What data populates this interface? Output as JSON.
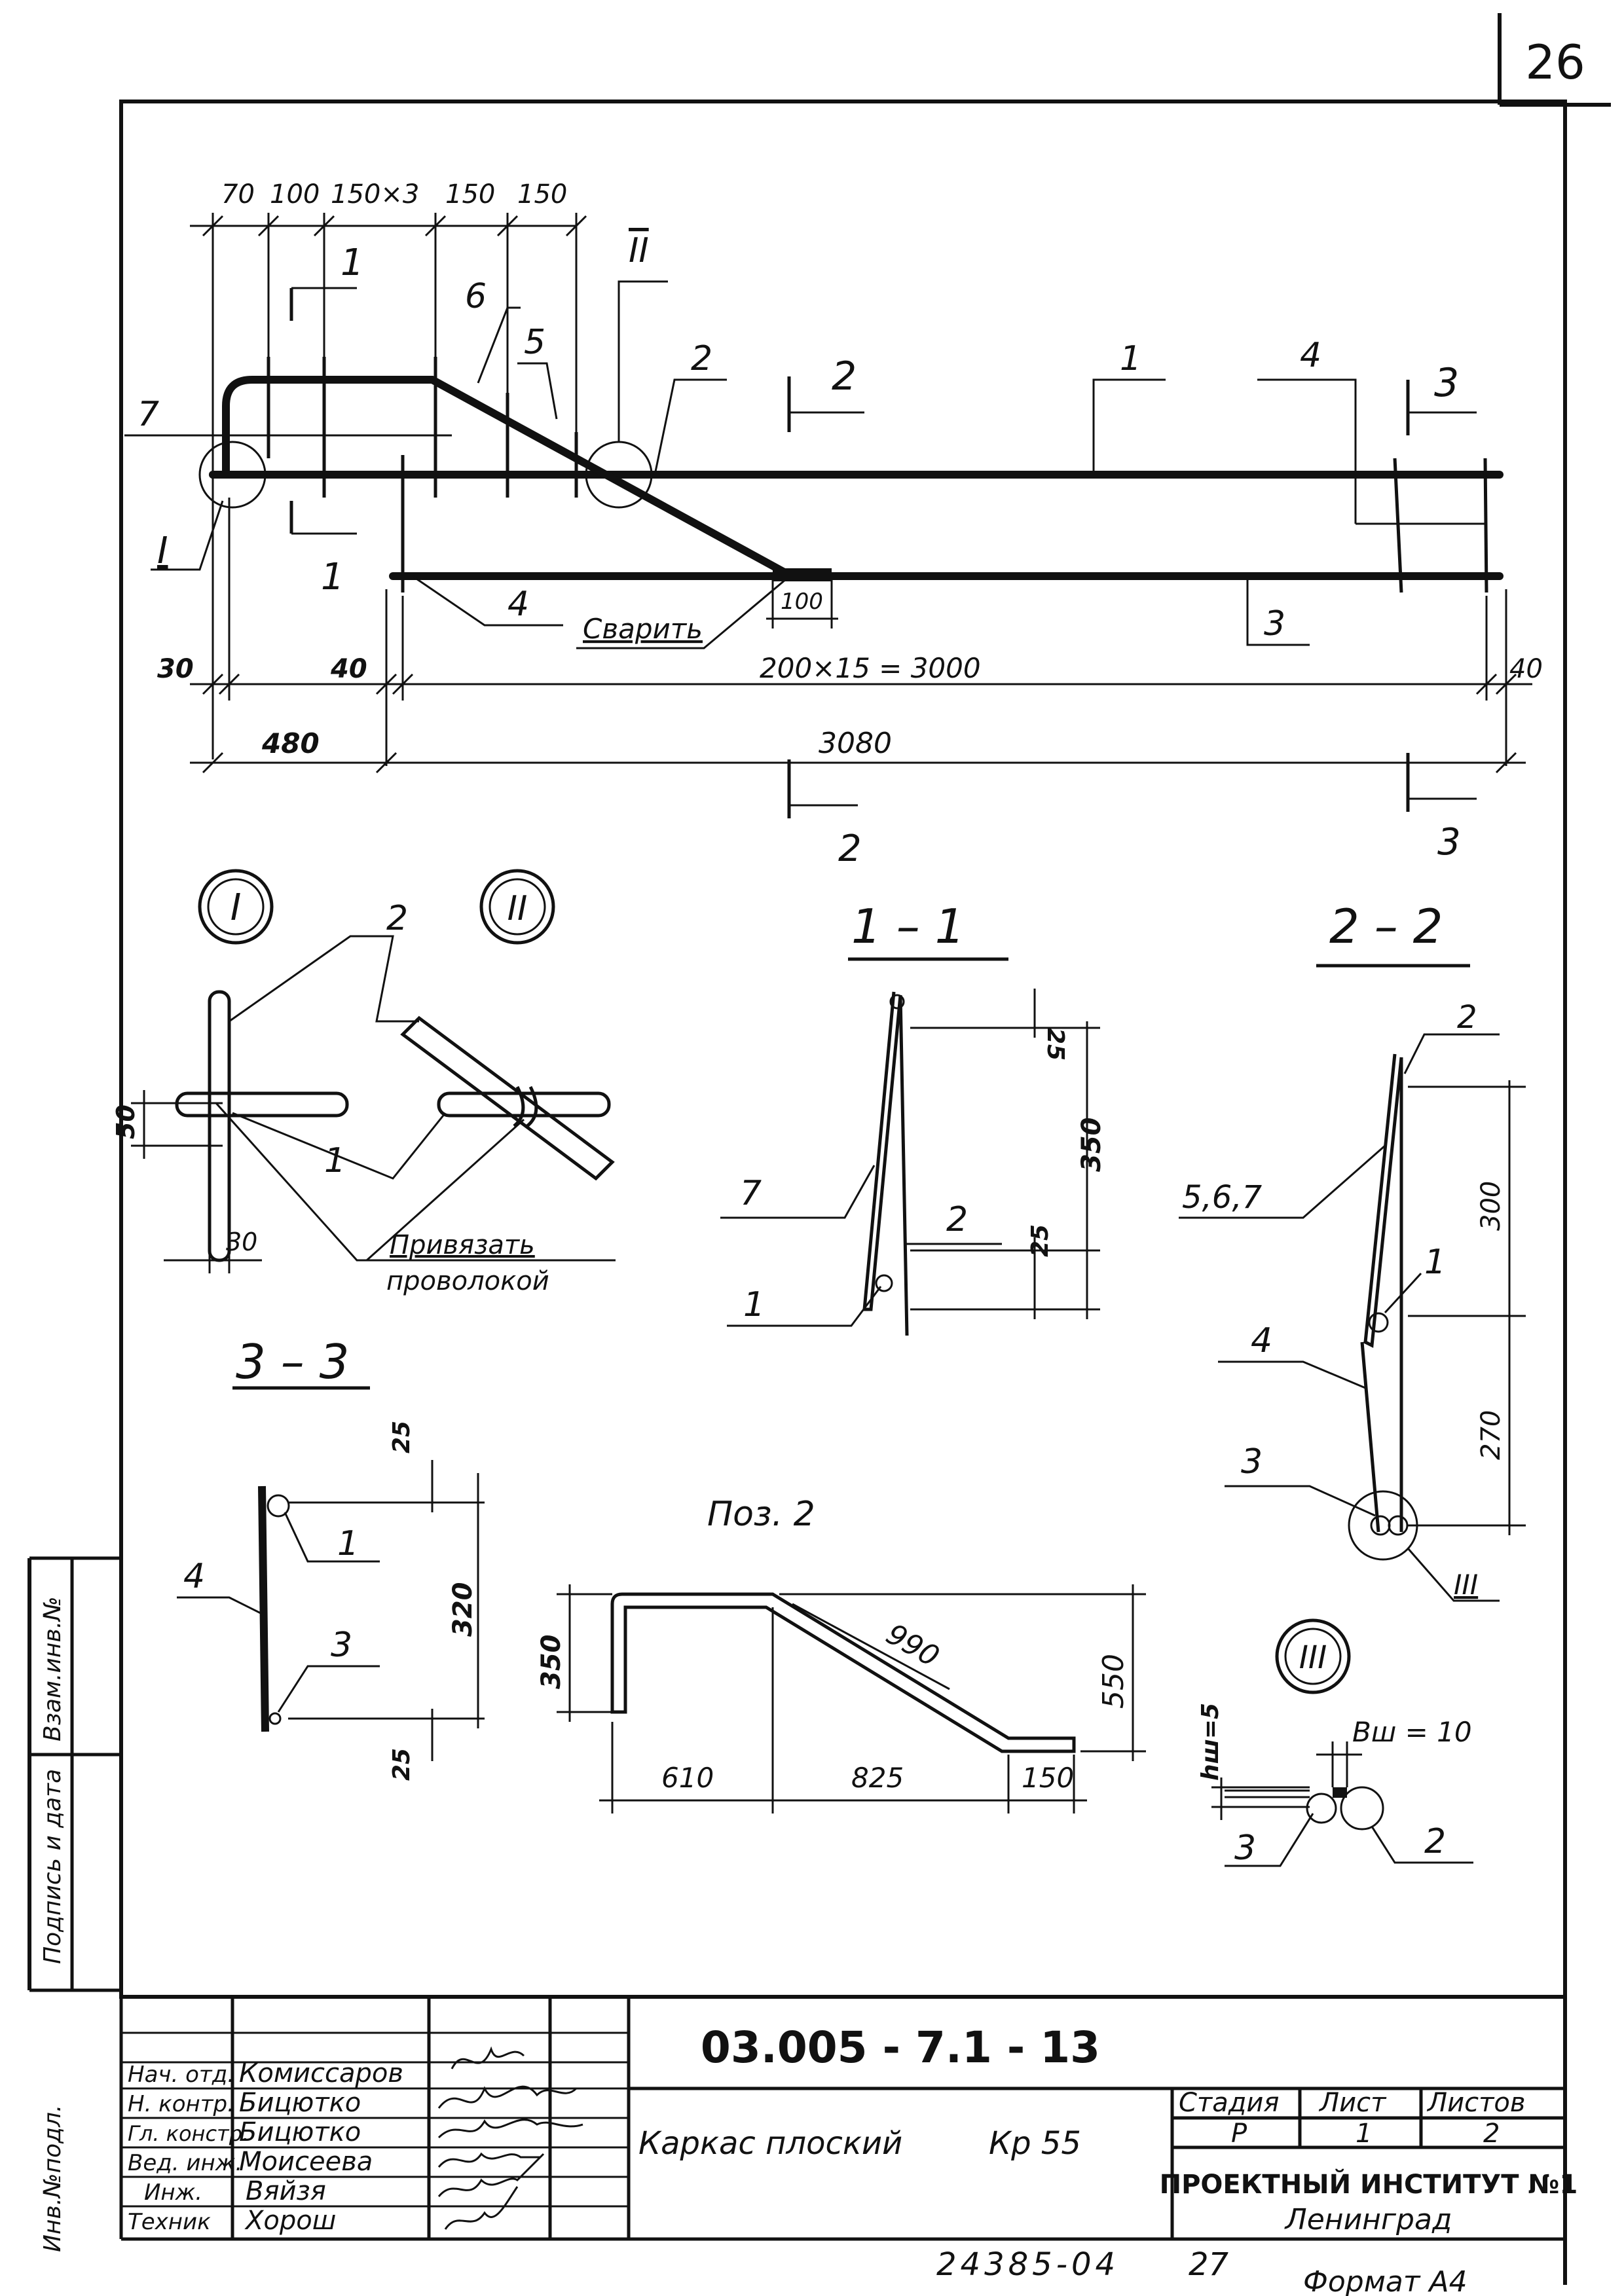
{
  "sheet": {
    "page_number": "26",
    "format_label": "Формат А4",
    "archive_number": "24385-04",
    "archive_sheet": "27"
  },
  "side_strip": {
    "inv_podl": "Инв.№подл.",
    "podpis_data": "Подпись и дата",
    "vzam_inv": "Взам.инв.№"
  },
  "elevation": {
    "top_dims": [
      "70",
      "100",
      "150×3",
      "150",
      "150"
    ],
    "bottom_dims": {
      "d30": "30",
      "d40a": "40",
      "mid": "200×15 = 3000",
      "d40b": "40",
      "d480": "480",
      "d3080": "3080",
      "d100": "100"
    },
    "positions": {
      "p1a": "1",
      "p1b": "1",
      "p2": "2",
      "p3": "3",
      "p4a": "4",
      "p4b": "4",
      "p5": "5",
      "p6": "6",
      "p7": "7"
    },
    "sections": {
      "s1": "1",
      "s1b": "1",
      "s2": "2",
      "s2b": "2",
      "s3": "3",
      "s3b": "3"
    },
    "nodes": {
      "n1": "I",
      "n2": "II"
    },
    "weld_note": "Сварить"
  },
  "details": {
    "node_I": "I",
    "node_II": "II",
    "labels": {
      "p2": "2",
      "p1": "1"
    },
    "dims": {
      "d50": "50",
      "d30": "30"
    },
    "note_line1": "Привязать",
    "note_line2": "проволокой"
  },
  "section_1_1": {
    "title": "1 – 1",
    "labels": {
      "p7": "7",
      "p2": "2",
      "p1": "1"
    },
    "dims": {
      "a": "25",
      "b": "350",
      "c": "25"
    }
  },
  "section_2_2": {
    "title": "2 – 2",
    "labels": {
      "p2": "2",
      "p567": "5,6,7",
      "p1": "1",
      "p4": "4",
      "p3": "3",
      "node": "III"
    },
    "dims": {
      "a": "300",
      "b": "270"
    }
  },
  "section_3_3": {
    "title": "3 – 3",
    "labels": {
      "p4": "4",
      "p1": "1",
      "p3": "3"
    },
    "dims": {
      "a": "25",
      "b": "320",
      "c": "25"
    }
  },
  "poz2": {
    "title": "Поз. 2",
    "dims": {
      "h350": "350",
      "diag990": "990",
      "h550": "550",
      "w610": "610",
      "w825": "825",
      "w150": "150"
    }
  },
  "node_III": {
    "label": "III",
    "bw": "Вш = 10",
    "hw": "hш=5",
    "p3": "3",
    "p2": "2"
  },
  "title_block": {
    "code": "03.005 - 7.1 - 13",
    "name": "Каркас плоский",
    "mark": "Кр 55",
    "stage_header": "Стадия",
    "sheet_header": "Лист",
    "sheets_header": "Листов",
    "stage": "Р",
    "sheet": "1",
    "sheets": "2",
    "org_line1": "ПРОЕКТНЫЙ ИНСТИТУТ №1",
    "org_line2": "Ленинград",
    "rows": [
      {
        "role": "Нач. отд.",
        "name": "Комиссаров"
      },
      {
        "role": "Н. контр.",
        "name": "Бицютко"
      },
      {
        "role": "Гл. констр.",
        "name": "Бицютко"
      },
      {
        "role": "Вед. инж.",
        "name": "Моисеева"
      },
      {
        "role": "Инж.",
        "name": "Вяйзя"
      },
      {
        "role": "Техник",
        "name": "Хорош"
      }
    ]
  }
}
